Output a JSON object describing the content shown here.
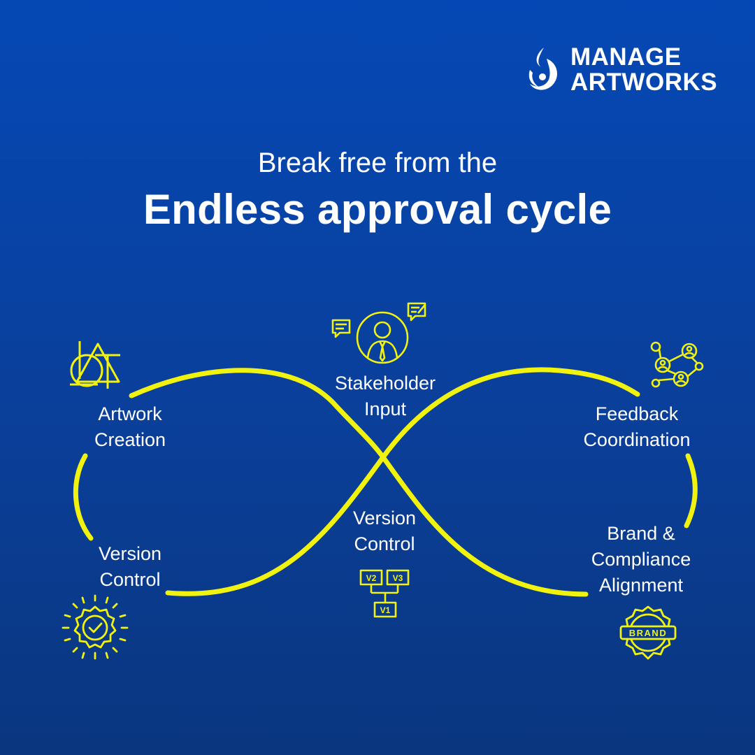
{
  "brand": {
    "name_line1": "MANAGE",
    "name_line2": "ARTWORKS",
    "icon": "droplet-swirl-logo-icon"
  },
  "headline": {
    "top": "Break free from the",
    "main": "Endless approval cycle"
  },
  "colors": {
    "background_top": "#0548b5",
    "background_bottom": "#0a367f",
    "accent_yellow": "#f2f20f",
    "text": "#ffffff"
  },
  "stages": [
    {
      "id": "artwork-creation",
      "line1": "Artwork",
      "line2": "Creation",
      "icon": "triangle-circle-design-icon"
    },
    {
      "id": "stakeholder-input",
      "line1": "Stakeholder",
      "line2": "Input",
      "icon": "stakeholder-chat-icon"
    },
    {
      "id": "feedback-coordination",
      "line1": "Feedback",
      "line2": "Coordination",
      "icon": "network-people-icon"
    },
    {
      "id": "version-control-left",
      "line1": "Version",
      "line2": "Control",
      "icon": "badge-check-icon"
    },
    {
      "id": "version-control-center",
      "line1": "Version",
      "line2": "Control",
      "icon": "version-tree-icon"
    },
    {
      "id": "brand-compliance",
      "line1": "Brand &",
      "line2": "Compliance",
      "line3": "Alignment",
      "icon": "brand-seal-icon"
    }
  ],
  "icon_labels": {
    "v1": "V1",
    "v2": "V2",
    "v3": "V3",
    "brand_seal": "BRAND"
  }
}
